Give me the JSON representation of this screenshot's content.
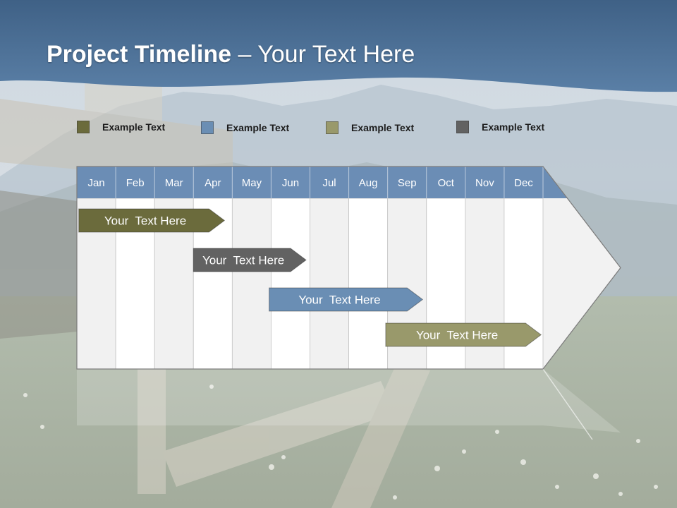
{
  "title": {
    "bold": "Project Timeline",
    "rest": " – Your Text Here"
  },
  "legend": [
    {
      "label": "Example Text",
      "color": "#6b6b3c"
    },
    {
      "label": "Example Text",
      "color": "#6a8eb4"
    },
    {
      "label": "Example Text",
      "color": "#99996b"
    },
    {
      "label": "Example Text",
      "color": "#626262"
    }
  ],
  "chart_data": {
    "type": "gantt",
    "months": [
      "Jan",
      "Feb",
      "Mar",
      "Apr",
      "May",
      "Jun",
      "Jul",
      "Aug",
      "Sep",
      "Oct",
      "Nov",
      "Dec"
    ],
    "tasks": [
      {
        "label": "Your  Text Here",
        "start": 0.05,
        "end": 3.8,
        "color": "#6b6b3c"
      },
      {
        "label": "Your  Text Here",
        "start": 3.0,
        "end": 5.9,
        "color": "#626262"
      },
      {
        "label": "Your  Text Here",
        "start": 4.95,
        "end": 8.9,
        "color": "#6a8eb4"
      },
      {
        "label": "Your  Text Here",
        "start": 7.95,
        "end": 11.95,
        "color": "#99996b"
      }
    ],
    "header_color": "#6b8db5",
    "header_text_color": "#ffffff",
    "column_colors": [
      "#f1f1f1",
      "#ffffff"
    ]
  },
  "theme": {
    "banner": "#4f739a"
  }
}
